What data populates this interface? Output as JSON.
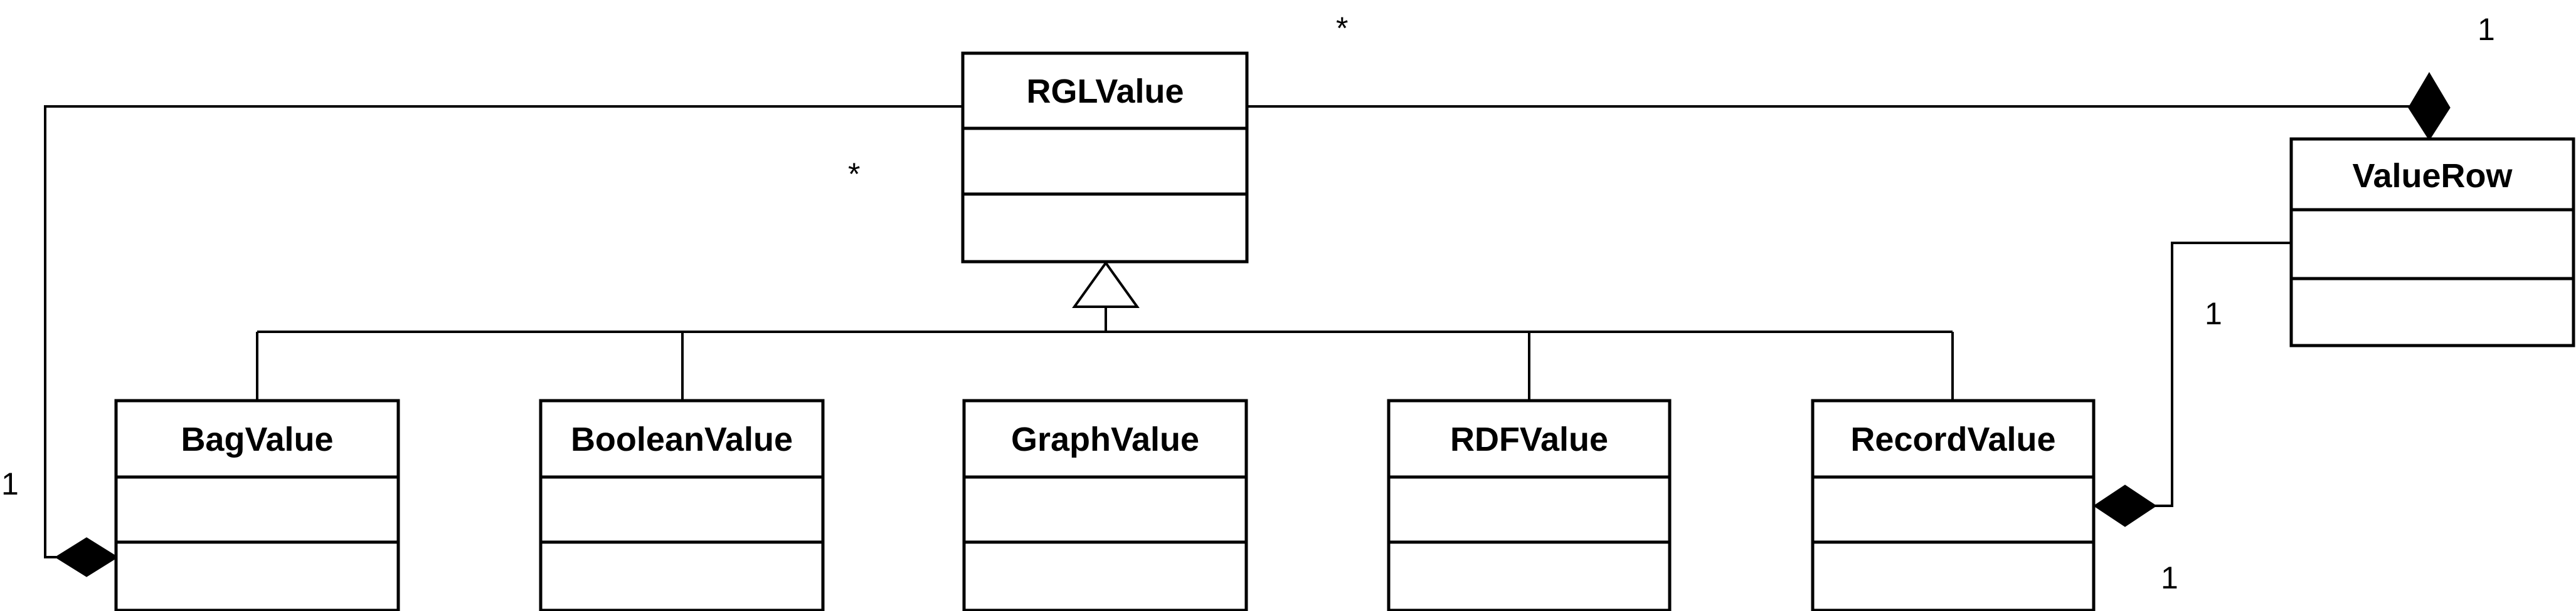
{
  "classes": {
    "rglvalue": "RGLValue",
    "valuerow": "ValueRow",
    "bagvalue": "BagValue",
    "booleanvalue": "BooleanValue",
    "graphvalue": "GraphValue",
    "rdfvalue": "RDFValue",
    "recordvalue": "RecordValue"
  },
  "multiplicities": {
    "rgl_to_valuerow_many": "*",
    "valuerow_one": "1",
    "rgl_to_bag_many": "*",
    "bag_one": "1",
    "valuerow_record_one": "1",
    "record_one": "1"
  },
  "relations": [
    {
      "type": "generalization",
      "parent": "RGLValue",
      "children": [
        "BagValue",
        "BooleanValue",
        "GraphValue",
        "RDFValue",
        "RecordValue"
      ]
    },
    {
      "type": "composition",
      "whole": "ValueRow",
      "part": "RGLValue"
    },
    {
      "type": "composition",
      "whole": "BagValue",
      "part": "RGLValue"
    },
    {
      "type": "composition",
      "whole": "RecordValue",
      "part": "ValueRow"
    }
  ]
}
